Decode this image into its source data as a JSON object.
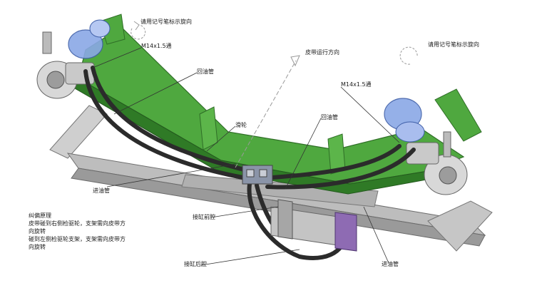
{
  "labels": {
    "rotation_hint_left": "请用记号笔标示旋向",
    "rotation_hint_right": "请用记号笔标示旋向",
    "thread_left": "M14x1.5通",
    "thread_right": "M14x1.5通",
    "return_pipe_left": "回油管",
    "return_pipe_center": "回油管",
    "belt_direction": "皮带运行方向",
    "roller": "滑轮",
    "inlet_pipe_left": "进油管",
    "inlet_pipe_right": "进油管",
    "cylinder_front": "接缸前腔",
    "cylinder_rear": "接缸后腔"
  },
  "principle": {
    "title": "纠偏原理",
    "lines": [
      "皮带碰到右侧检驱轮，支架需向皮带方",
      "向旋转",
      "碰到左侧检驱轮支架，支架需向皮带方",
      "向旋转"
    ]
  },
  "colors": {
    "frame_green": "#4fa83f",
    "frame_dark": "#2f6e27",
    "base_gray": "#b8b8b8",
    "hose_black": "#2b2b2b",
    "cylinder_purple": "#8e6bb3",
    "reservoir_blue": "#8aa8e6"
  }
}
